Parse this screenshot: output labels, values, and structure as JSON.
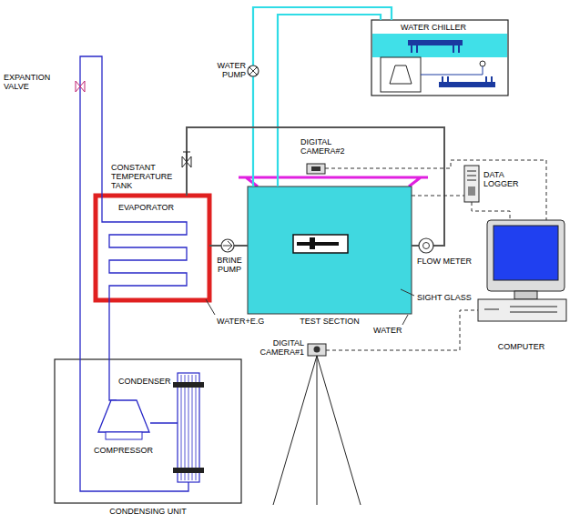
{
  "diagram": {
    "nodes": [
      {
        "text": [
          "WATER CHILLER"
        ]
      },
      {
        "text": [
          "CONSTANT TEMPERATURE TANK",
          "EVAPORATOR"
        ]
      },
      {
        "text": [
          "TEST SECTION"
        ]
      },
      {
        "text": [
          "DATA LOGGER"
        ]
      },
      {
        "text": [
          "COMPUTER"
        ]
      },
      {
        "text": [
          "CONDENSING UNIT"
        ]
      }
    ],
    "edges": [
      {
        "from": 0,
        "to": 2,
        "arrow": "none"
      },
      {
        "from": 2,
        "to": 0,
        "arrow": "none"
      },
      {
        "from": 1,
        "to": 2,
        "arrow": "none"
      },
      {
        "from": 2,
        "to": 1,
        "arrow": "none"
      },
      {
        "from": 2,
        "to": 3,
        "arrow": "none"
      },
      {
        "from": 3,
        "to": 4,
        "arrow": "none"
      },
      {
        "from": 5,
        "to": 1,
        "arrow": "none"
      },
      {
        "from": 1,
        "to": 5,
        "arrow": "none"
      }
    ],
    "labels": [
      "WATER PUMP",
      "DIGITAL CAMERA#2",
      "EXPANTION VALVE",
      "BRINE PUMP",
      "FLOW METER",
      "SIGHT GLASS",
      "WATER+E.G",
      "WATER",
      "DIGITAL CAMERA#1",
      "CONDENSER",
      "COMPRESSOR"
    ]
  }
}
